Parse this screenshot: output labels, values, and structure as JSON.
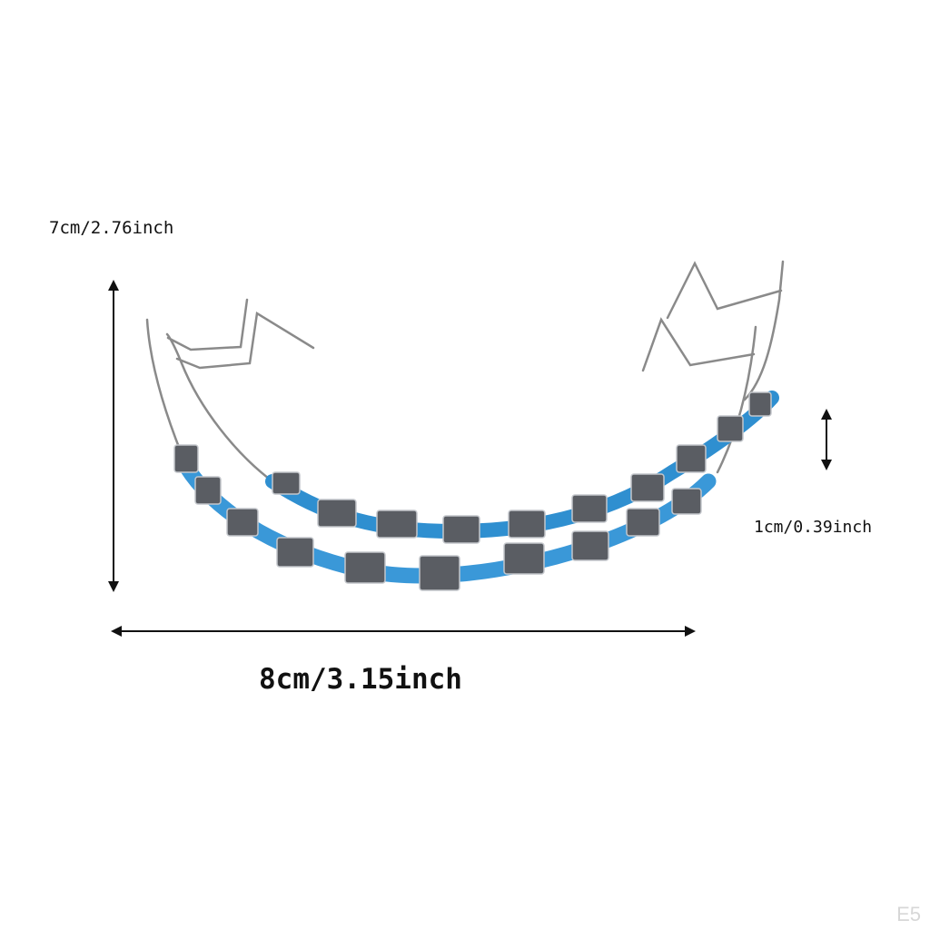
{
  "product": {
    "name": "orthodontic-braces-model-pair",
    "colors": {
      "band": "#2f8fd0",
      "band_dark": "#1f6fa8",
      "bracket": "#5a5d63",
      "bracket_light": "#b8bbc0",
      "wire": "#8a8a8a",
      "arrow": "#111111"
    }
  },
  "dimensions": {
    "height_label": "7cm/2.76inch",
    "depth_label": "1cm/0.39inch",
    "width_label": "8cm/3.15inch"
  },
  "watermark": "E5"
}
